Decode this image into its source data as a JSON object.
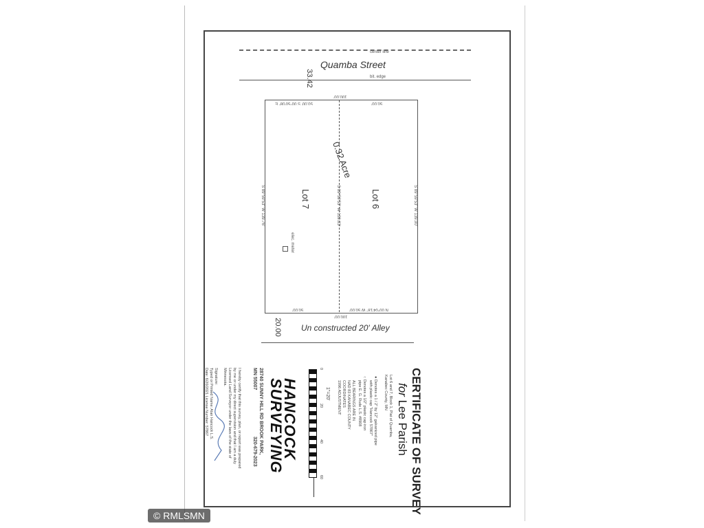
{
  "street": {
    "name": "Quamba Street",
    "center_line": "center line",
    "bit_edge": "bit. edge",
    "setback": "33.42"
  },
  "lot": {
    "area": "0.32 Acre",
    "lot6": "Lot 6",
    "lot7": "Lot 7",
    "north_dim": "100.00'",
    "north_half1": "50.00' S 00°50'08\" E",
    "north_half2": "50.00'",
    "south_dim": "100.00'",
    "south_half1": "50.00'",
    "south_half2": "N 00°04'18\" W 50.00'",
    "west_dim": "S 89°59'53\" W 139.76'",
    "mid_dim": "S 89°59'53\" W 139.83'",
    "east_dim": "S 89°59'53\" W 139.90'",
    "meter": "elec. meter"
  },
  "alley": {
    "name": "Un constructed 20' Alley",
    "width": "20.00"
  },
  "certificate": {
    "title": "CERTIFICATE OF SURVEY",
    "for": "for",
    "client": "Lee Parish",
    "legal1": "Lot 6 and 7, Block 1, Plat of Quamba,",
    "legal2": "Kanabec County, MN",
    "legend1a": "● Denotes a 1 / 2\" by 12\" galvanized pipe",
    "legend1b": "with plastic cap \"Hancock 57867\"",
    "legend2a": "○ Denotes a 1/2\" plastic cap iron",
    "legend2b": "pipe E. G. Rude L.S. #8908",
    "bearings1": "ALL BEARINGS ARE IN",
    "bearings2": "NAD 83 KANABEC COUNTY",
    "bearings3": "COORDINATES",
    "bearings4": "1996 ADJUSTMENT",
    "scale_ticks": [
      "0",
      "20",
      "40",
      "60"
    ],
    "scale_label": "1\"=20'",
    "company1": "HANCOCK",
    "company2": "SURVEYING",
    "address1": "28740 SUNNY HILL RD BROOK PARK,",
    "address2": "MN 55007",
    "phone": "320-679-2023",
    "cert1": "I hereby certify that this survey, plan, or report was prepared",
    "cert2": "by me or under my direct supervision and that I am a duly",
    "cert3": "Licensed Land Surveyor under the laws of the state of",
    "cert4": "Minnesota.",
    "sig": "Signature:",
    "name": "Typed or Printed Name: Alan Hancock L.S.",
    "date": "Date: 6/20/2021     License Number: 57867"
  },
  "watermark": "© RMLSMN"
}
